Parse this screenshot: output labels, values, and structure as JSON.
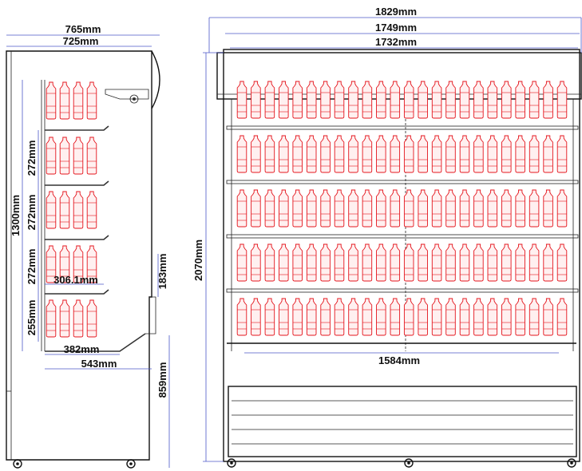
{
  "side_view": {
    "overall_depth": "765mm",
    "cabinet_depth": "725mm",
    "interior_height": "1300mm",
    "shelf_spacing_1": "272mm",
    "shelf_spacing_2": "272mm",
    "shelf_spacing_3": "272mm",
    "bottom_tier_height": "255mm",
    "shelf_depth": "306.1mm",
    "base_shelf_depth": "382mm",
    "display_depth": "543mm",
    "front_lip_height": "183mm",
    "base_height": "859mm",
    "bottle_rows": [
      {
        "tier": 1,
        "bottles": 4
      },
      {
        "tier": 2,
        "bottles": 4
      },
      {
        "tier": 3,
        "bottles": 4
      },
      {
        "tier": 4,
        "bottles": 4
      },
      {
        "tier": 5,
        "bottles": 4
      }
    ]
  },
  "front_view": {
    "overall_width": "1829mm",
    "cabinet_width": "1749mm",
    "canopy_width": "1732mm",
    "overall_height": "2070mm",
    "shelf_width": "1584mm",
    "tiers": 5,
    "bottles_per_tier": 24,
    "base_panel_slats": 4
  },
  "colors": {
    "bottle": "#e4141c",
    "dimension_line": "#4b58c8",
    "outline": "#111111"
  }
}
